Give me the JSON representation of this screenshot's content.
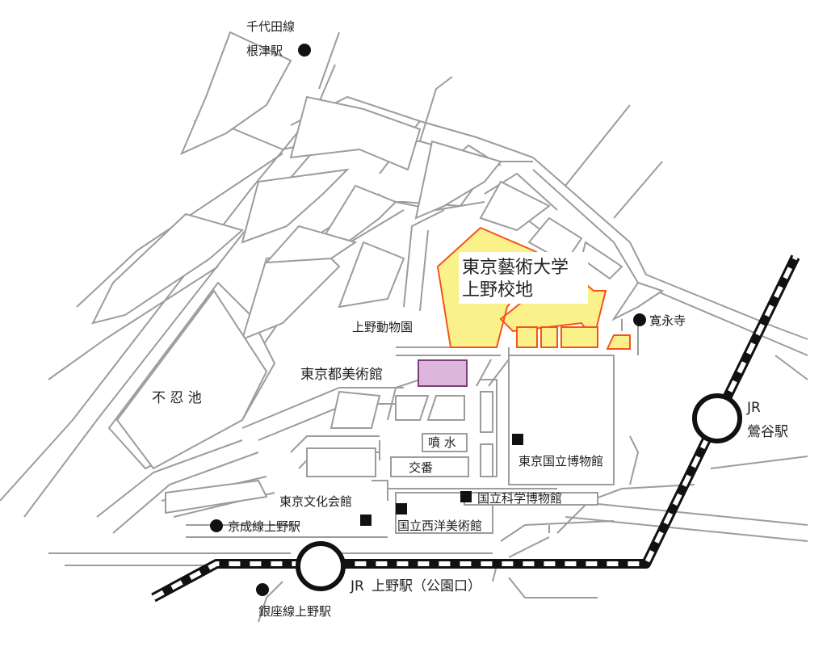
{
  "labels": {
    "chiyoda_line": "千代田線",
    "nezu_station": "根津駅",
    "geidai_line1": "東京藝術大学",
    "geidai_line2": "上野校地",
    "kaneiji": "寛永寺",
    "ueno_zoo": "上野動物園",
    "tobikan": "東京都美術館",
    "shinobazu": "不 忍 池",
    "jr_uguisudani_1": "JR",
    "jr_uguisudani_2": "鶯谷駅",
    "funsui": "噴 水",
    "koban": "交番",
    "tokyo_national_museum": "東京国立博物館",
    "bunka_kaikan": "東京文化会館",
    "kahaku": "国立科学博物館",
    "keisei_ueno": "京成線上野駅",
    "seiyo": "国立西洋美術館",
    "jr_ueno_prefix": "JR",
    "jr_ueno": "上野駅（公園口）",
    "ginza_ueno": "銀座線上野駅"
  },
  "colors": {
    "road": "#9c9c9c",
    "campus_fill": "#fbf18a",
    "campus_outline": "#f4541c",
    "museum_fill": "#ddb6dd",
    "museum_outline": "#7a3e7a",
    "rail": "#111111"
  }
}
